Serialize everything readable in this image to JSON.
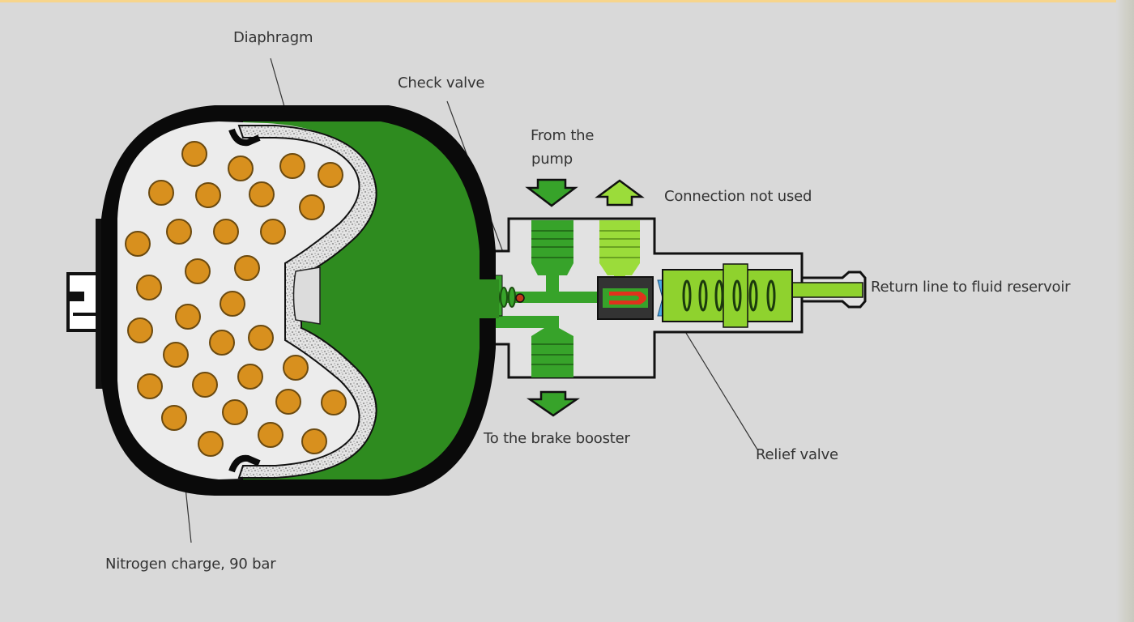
{
  "diagram": {
    "title": "Hydraulic pressure accumulator with check and relief valves",
    "labels": {
      "diaphragm": "Diaphragm",
      "check_valve": "Check valve",
      "from_pump_line1": "From the",
      "from_pump_line2": "pump",
      "connection_not_used": "Connection not used",
      "return_line": "Return line to fluid reservoir",
      "to_brake_booster": "To the brake booster",
      "relief_valve": "Relief valve",
      "nitrogen_charge": "Nitrogen charge, 90 bar"
    },
    "colors": {
      "background": "#d9d9d9",
      "top_border": "#f7d58c",
      "shell": "#0a0a0a",
      "fluid_dark_green": "#2e8b1f",
      "fluid_light_green": "#8fd22e",
      "nitrogen_pellet": "#d8901e",
      "pellet_outline": "#6b4a10",
      "gas_chamber": "#ececec",
      "check_valve_red": "#e0321c",
      "relief_valve_blue": "#4aa8e6"
    },
    "flow_arrows": [
      {
        "id": "from-pump",
        "direction": "down",
        "color": "dark-green"
      },
      {
        "id": "connection-not-used",
        "direction": "up",
        "color": "light-green"
      },
      {
        "id": "to-brake-booster",
        "direction": "down",
        "color": "dark-green"
      }
    ]
  }
}
